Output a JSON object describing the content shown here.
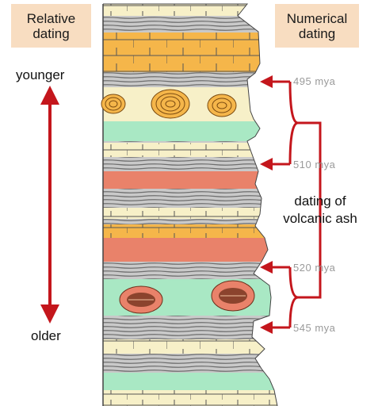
{
  "headers": {
    "relative": [
      "Relative",
      "dating"
    ],
    "numerical": [
      "Numerical",
      "dating"
    ]
  },
  "relative_axis": {
    "top_label": "younger",
    "bottom_label": "older",
    "color": "#c4161c"
  },
  "ages": [
    {
      "value": "495",
      "unit": "mya"
    },
    {
      "value": "510",
      "unit": "mya"
    },
    {
      "value": "520",
      "unit": "mya"
    },
    {
      "value": "545",
      "unit": "mya"
    }
  ],
  "bracket_label": [
    "dating of",
    "volcanic ash"
  ],
  "colors": {
    "header_bg": "#f8ddc1",
    "arrow": "#c4161c",
    "limestone": "#f7f0c8",
    "sandstone": "#f5b64a",
    "ash": "#e9826a",
    "green": "#a9e8c4",
    "shale": "#a8a8a8"
  }
}
